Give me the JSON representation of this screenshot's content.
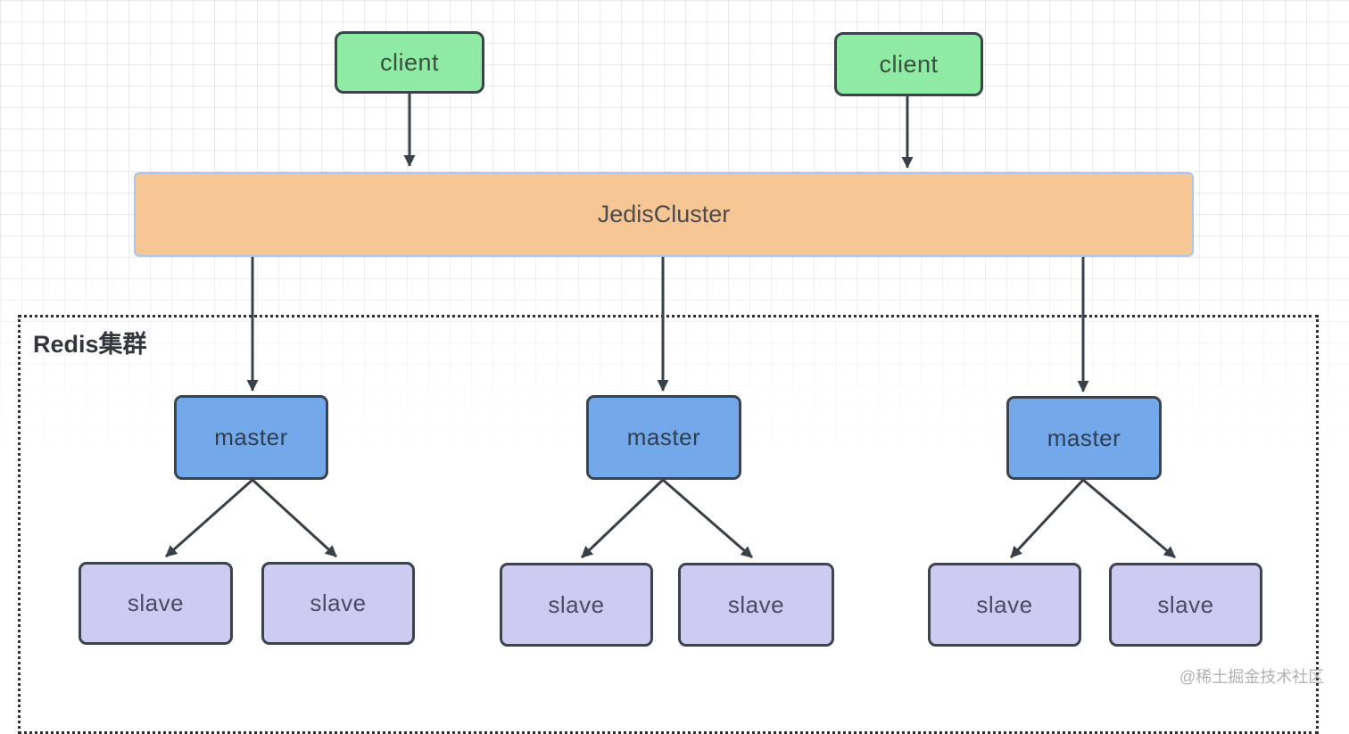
{
  "diagram": {
    "clients": [
      {
        "label": "client"
      },
      {
        "label": "client"
      }
    ],
    "middleware": {
      "label": "JedisCluster"
    },
    "cluster": {
      "title": "Redis集群",
      "groups": [
        {
          "master": {
            "label": "master"
          },
          "slaves": [
            {
              "label": "slave"
            },
            {
              "label": "slave"
            }
          ]
        },
        {
          "master": {
            "label": "master"
          },
          "slaves": [
            {
              "label": "slave"
            },
            {
              "label": "slave"
            }
          ]
        },
        {
          "master": {
            "label": "master"
          },
          "slaves": [
            {
              "label": "slave"
            },
            {
              "label": "slave"
            }
          ]
        }
      ]
    },
    "watermark": "@稀土掘金技术社区"
  },
  "colors": {
    "client_fill": "#8feba4",
    "middleware_fill": "#f6c795",
    "middleware_border": "#aac8ef",
    "master_fill": "#73a9ea",
    "slave_fill": "#cecbf3",
    "node_border": "#3b444d",
    "arrow": "#3a4048",
    "cluster_border": "#2e2e2e",
    "watermark": "#b1b1b1"
  }
}
